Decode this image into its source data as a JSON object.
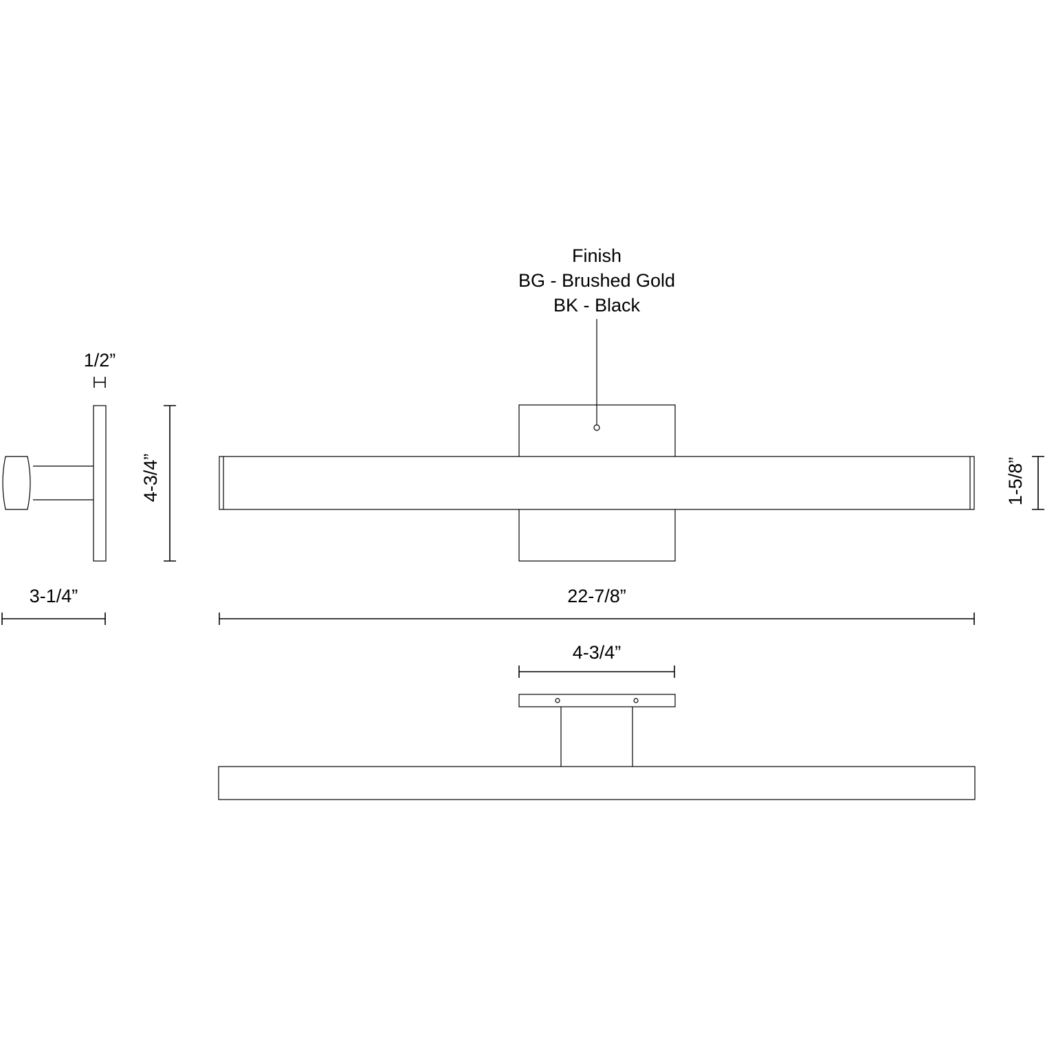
{
  "finish": {
    "title": "Finish",
    "options": [
      "BG - Brushed Gold",
      "BK - Black"
    ]
  },
  "dimensions": {
    "plate_thickness": "1/2”",
    "backplate_height": "4-3/4”",
    "depth": "3-1/4”",
    "overall_length": "22-7/8”",
    "bar_height": "1-5/8”",
    "backplate_width": "4-3/4”"
  },
  "colors": {
    "line": "#000000",
    "background": "#ffffff"
  }
}
